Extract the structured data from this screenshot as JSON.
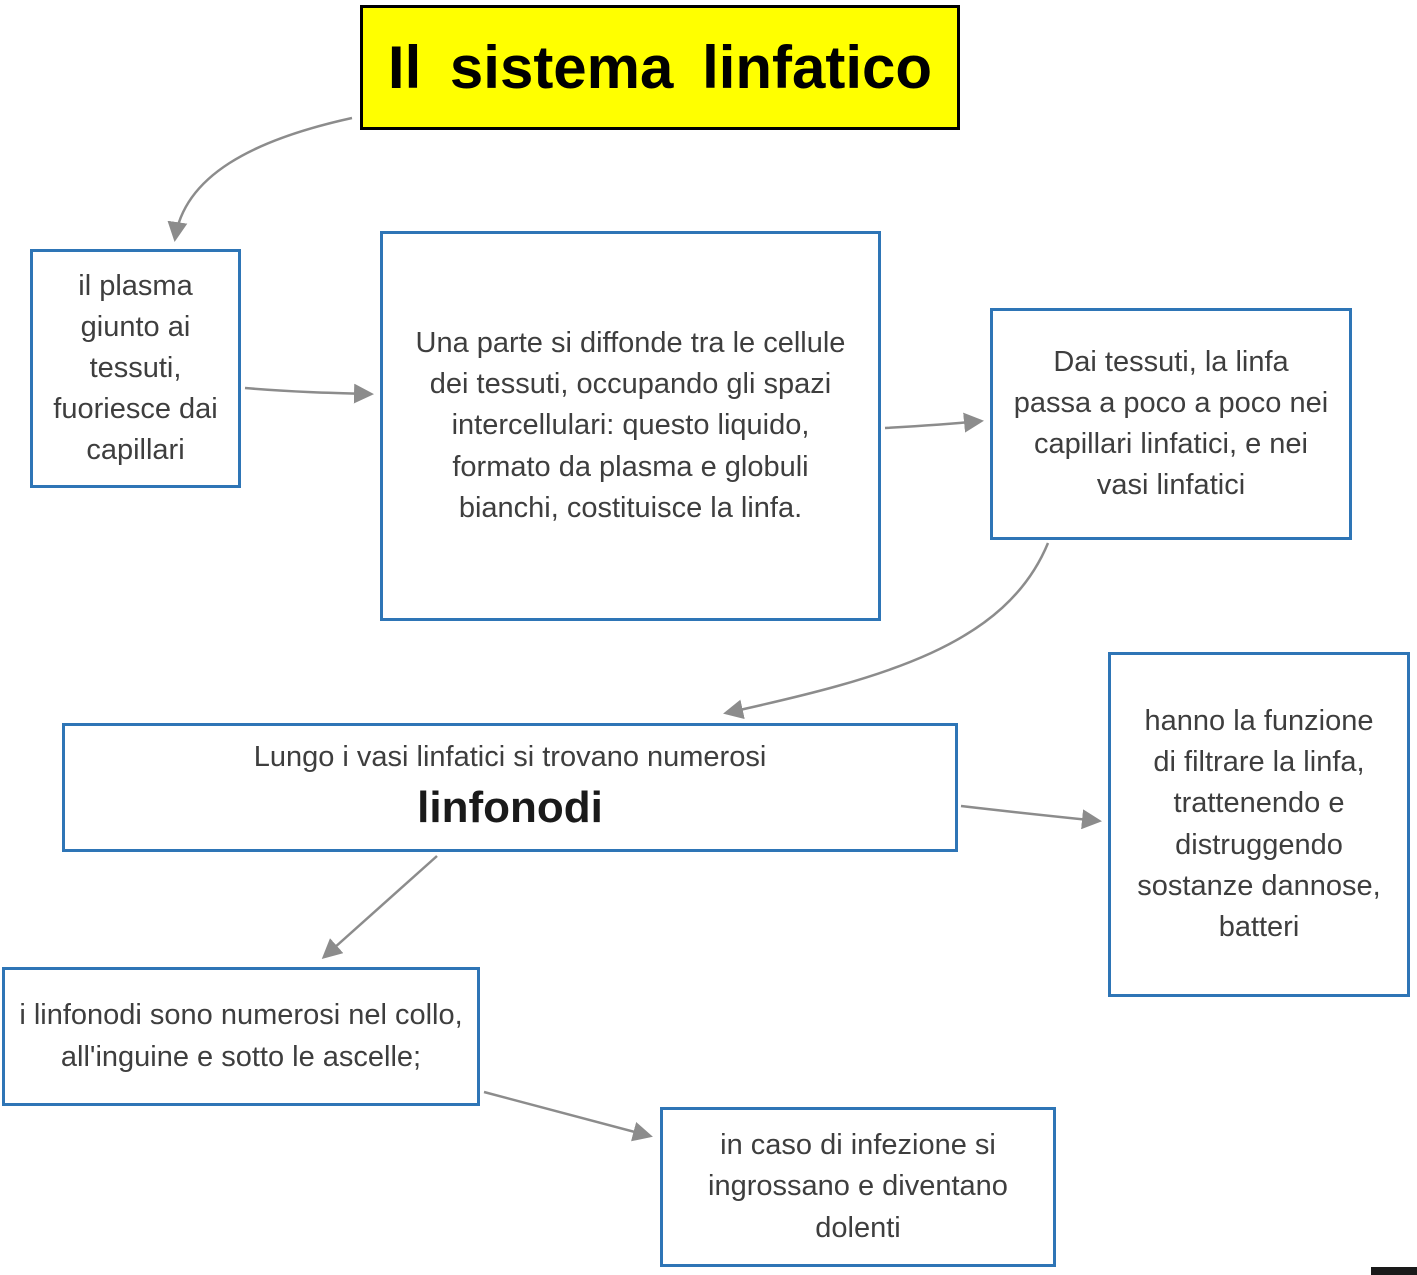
{
  "title": "Il sistema linfatico",
  "nodes": {
    "plasma": {
      "text": "il plasma giunto ai tessuti, fuoriesce dai capillari"
    },
    "diffusione": {
      "text": "Una parte si diffonde tra le cellule dei tessuti, occupando gli spazi intercellulari: questo liquido, formato da plasma e globuli bianchi, costituisce la linfa."
    },
    "vasi": {
      "text": "Dai tessuti, la linfa passa a poco a poco nei capillari linfatici, e nei vasi linfatici"
    },
    "linfonodi": {
      "intro": "Lungo i vasi linfatici si trovano numerosi",
      "keyword": "linfonodi"
    },
    "funzione": {
      "text": "hanno la funzione di filtrare la linfa, trattenendo e distruggendo sostanze dannose, batteri"
    },
    "posizione": {
      "text": "i linfonodi sono numerosi nel collo, all'inguine e sotto le ascelle;"
    },
    "infezione": {
      "text": "in caso di infezione si ingrossano e diventano dolenti"
    }
  },
  "colors": {
    "title_background": "#ffff00",
    "title_border": "#000000",
    "node_border": "#2e75b6",
    "node_background": "#ffffff",
    "arrow": "#8c8c8c",
    "text": "#3e3e3e"
  }
}
